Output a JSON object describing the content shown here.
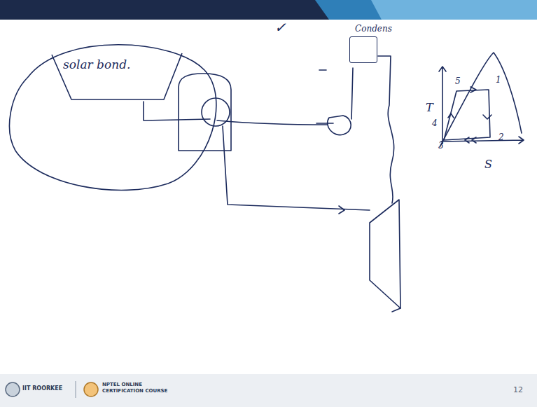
{
  "diagram": {
    "nodes": [
      {
        "text": [
          "solar bond."
        ]
      },
      {
        "text": [
          "Condens"
        ]
      }
    ],
    "labels": [
      "✓",
      "T",
      "S",
      "5",
      "1",
      "4",
      "3",
      "2",
      "IIT ROORKEE",
      "NPTEL ONLINE",
      "CERTIFICATION COURSE",
      "12"
    ]
  }
}
